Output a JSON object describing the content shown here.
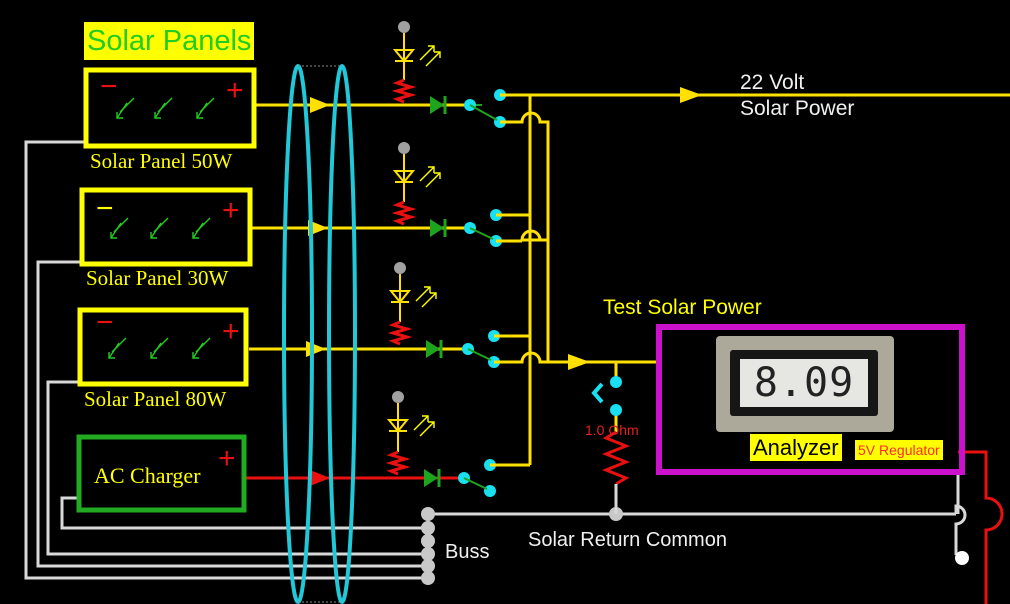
{
  "title": "Solar Panels",
  "panels": [
    {
      "name": "Solar Panel 50W",
      "neg": "−",
      "pos": "+"
    },
    {
      "name": "Solar Panel 30W",
      "neg": "−",
      "pos": "+"
    },
    {
      "name": "Solar Panel 80W",
      "neg": "−",
      "pos": "+"
    }
  ],
  "charger": {
    "name": "AC Charger",
    "pos": "+"
  },
  "output": {
    "line1": "22 Volt",
    "line2": "Solar Power"
  },
  "test": {
    "label": "Test Solar Power"
  },
  "resistor": {
    "label": "1.0 Ohm"
  },
  "analyzer": {
    "label": "Analyzer",
    "regulator": "5V Regulator",
    "reading": "8.09"
  },
  "buss": {
    "label": "Buss"
  },
  "common": {
    "label": "Solar Return Common"
  },
  "colors": {
    "power": "#ffe000",
    "charger": "#e81010",
    "ellipse": "#20c8d8",
    "analyzer_frame": "#cc11cc",
    "return": "#d8d8d8",
    "diode": "#1ea51e"
  }
}
